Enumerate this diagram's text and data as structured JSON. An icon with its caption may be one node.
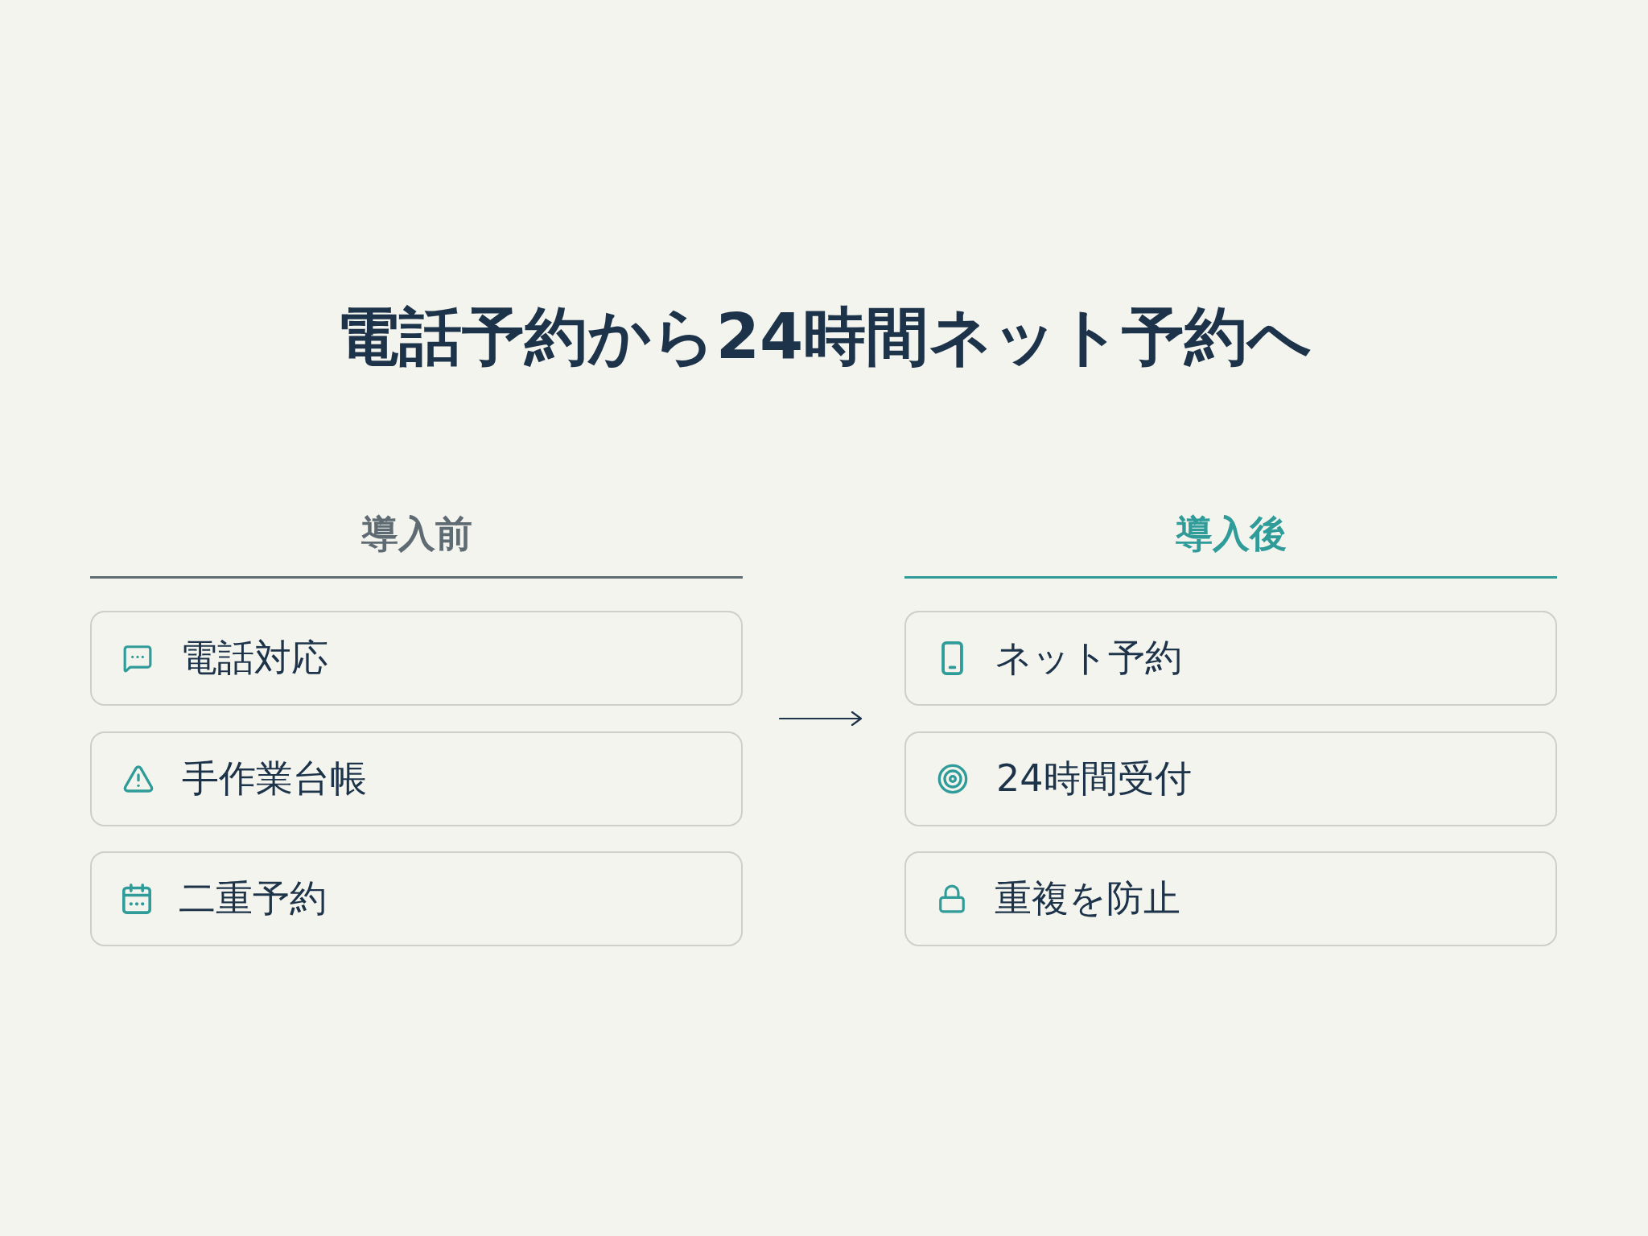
{
  "diagram": {
    "title": "電話予約から24時間ネット予約へ",
    "nodes": [
      {
        "text": [
          "電話対応"
        ]
      },
      {
        "text": [
          "手作業台帳"
        ]
      },
      {
        "text": [
          "二重予約"
        ]
      },
      {
        "text": [
          "ネット予約"
        ]
      },
      {
        "text": [
          "24時間受付"
        ]
      },
      {
        "text": [
          "重複を防止"
        ]
      }
    ],
    "labels": [
      "導入前",
      "導入後"
    ]
  }
}
